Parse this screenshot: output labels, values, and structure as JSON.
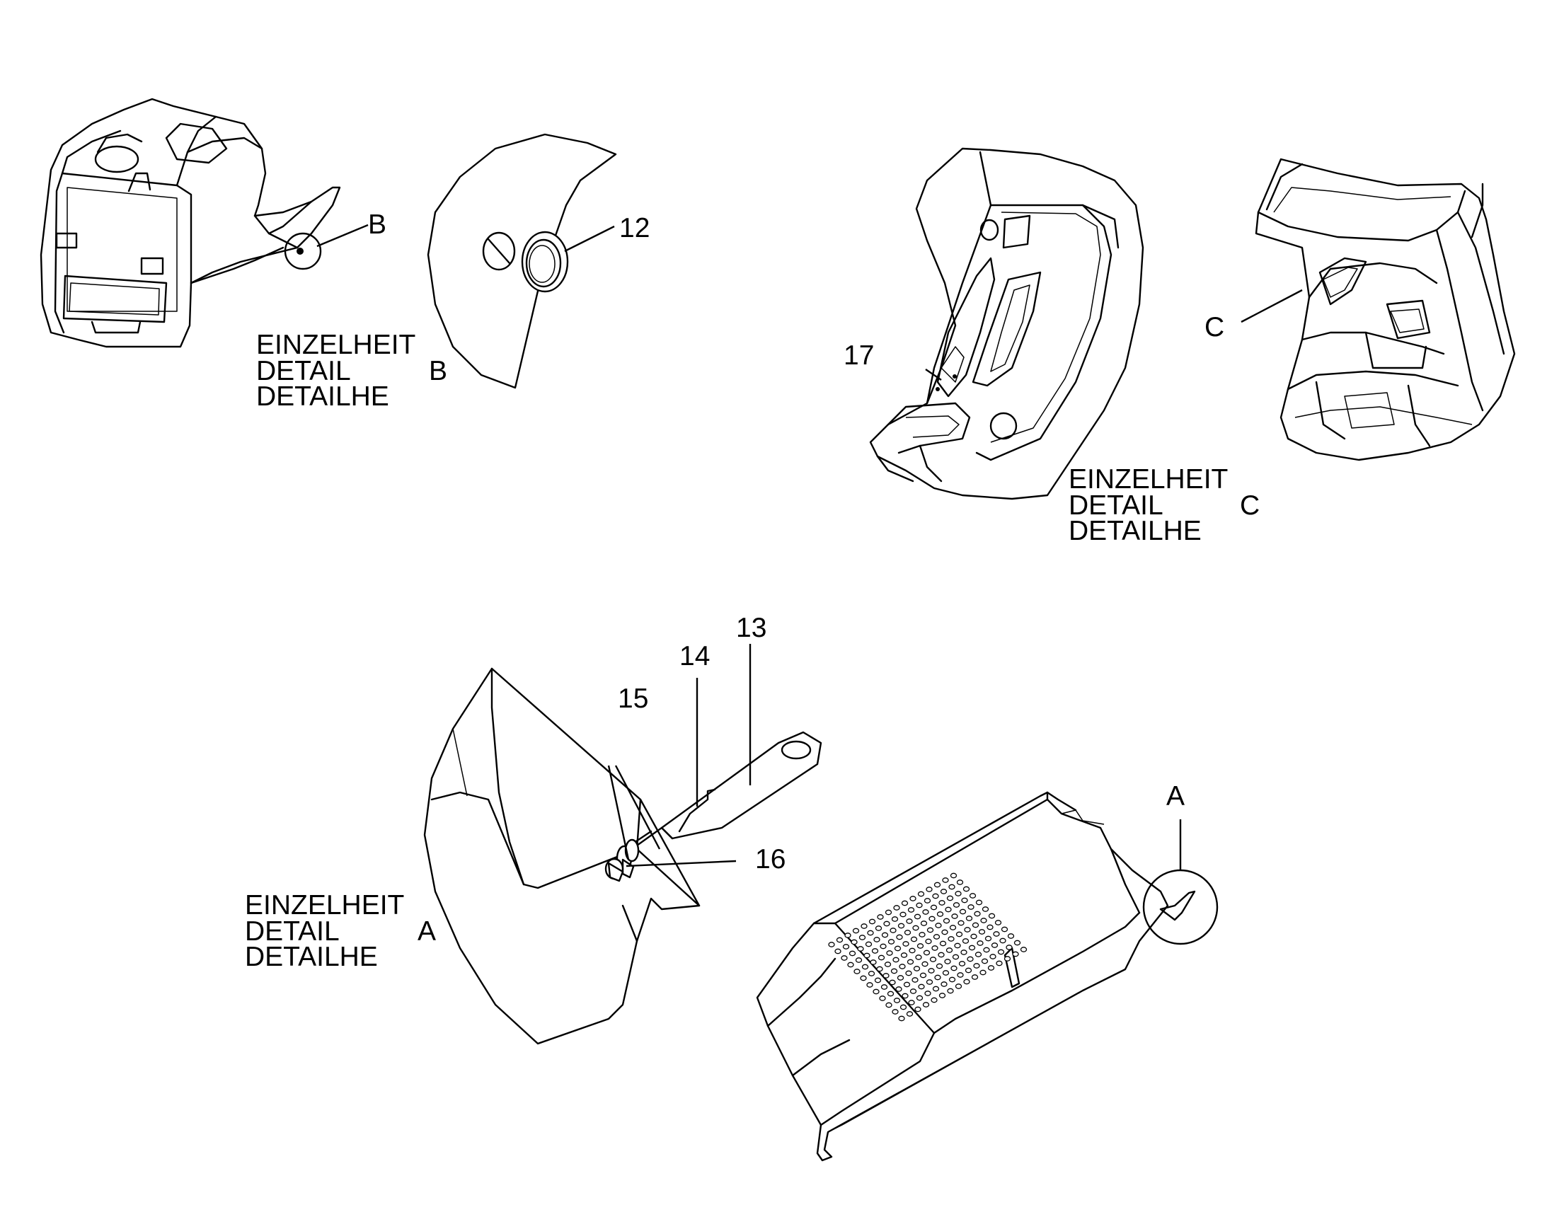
{
  "callouts": {
    "c12": "12",
    "c13": "13",
    "c14": "14",
    "c15": "15",
    "c16": "16",
    "c17": "17",
    "b": "B",
    "c": "C",
    "a": "A"
  },
  "detail_b": {
    "line1": "EINZELHEIT",
    "line2": "DETAIL",
    "line3": "DETAILHE",
    "letter": "B"
  },
  "detail_c": {
    "line1": "EINZELHEIT",
    "line2": "DETAIL",
    "line3": "DETAILHE",
    "letter": "C"
  },
  "detail_a": {
    "line1": "EINZELHEIT",
    "line2": "DETAIL",
    "line3": "DETAILHE",
    "letter": "A"
  }
}
